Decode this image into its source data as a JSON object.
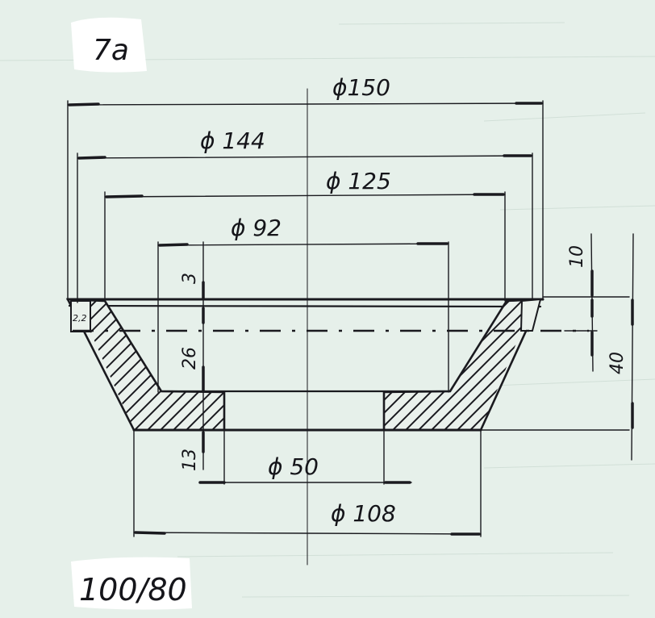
{
  "figure_label": "7a",
  "grit_label": "100/80",
  "dimensions": {
    "d150": "ϕ150",
    "d144": "ϕ 144",
    "d125": "ϕ 125",
    "d92": "ϕ 92",
    "d50": "ϕ 50",
    "d108": "ϕ 108",
    "h3": "3",
    "h26": "26",
    "h13": "13",
    "h10": "10",
    "h40": "40",
    "rim": "2,2"
  }
}
